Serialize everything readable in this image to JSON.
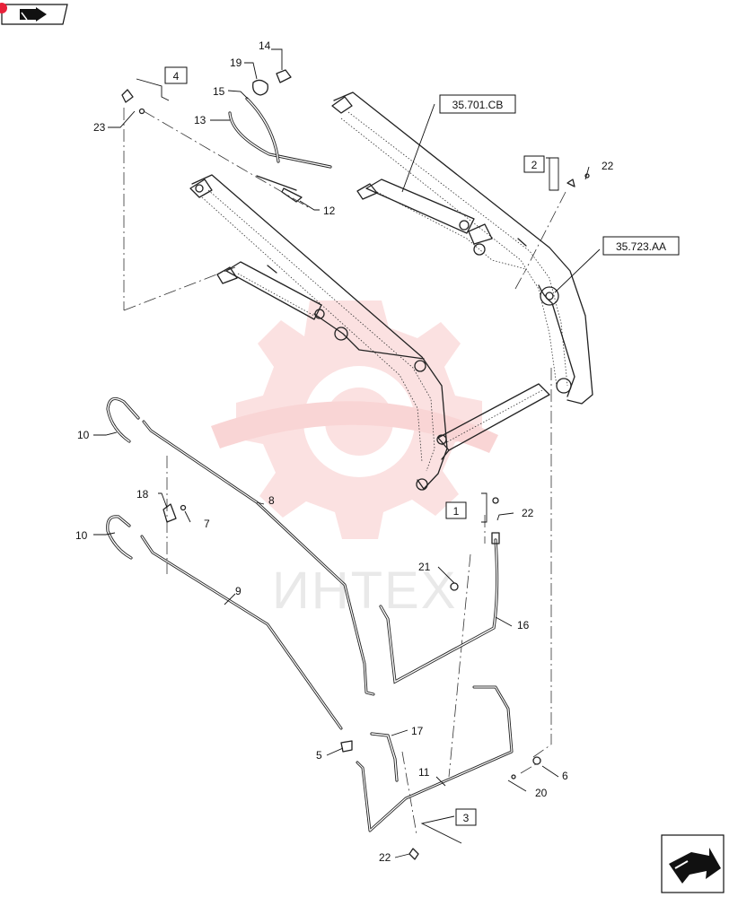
{
  "callouts": [
    {
      "id": "c14",
      "text": "14"
    },
    {
      "id": "c19",
      "text": "19"
    },
    {
      "id": "c15",
      "text": "15"
    },
    {
      "id": "c13",
      "text": "13"
    },
    {
      "id": "c23",
      "text": "23"
    },
    {
      "id": "c12",
      "text": "12"
    },
    {
      "id": "c22a",
      "text": "22"
    },
    {
      "id": "c10a",
      "text": "10"
    },
    {
      "id": "c18",
      "text": "18"
    },
    {
      "id": "c7",
      "text": "7"
    },
    {
      "id": "c8",
      "text": "8"
    },
    {
      "id": "c10b",
      "text": "10"
    },
    {
      "id": "c9",
      "text": "9"
    },
    {
      "id": "c22b",
      "text": "22"
    },
    {
      "id": "c21",
      "text": "21"
    },
    {
      "id": "c16",
      "text": "16"
    },
    {
      "id": "c17",
      "text": "17"
    },
    {
      "id": "c5",
      "text": "5"
    },
    {
      "id": "c11",
      "text": "11"
    },
    {
      "id": "c6",
      "text": "6"
    },
    {
      "id": "c20",
      "text": "20"
    },
    {
      "id": "c22c",
      "text": "22"
    }
  ],
  "boxed_callouts": [
    {
      "id": "b4",
      "text": "4"
    },
    {
      "id": "b2",
      "text": "2"
    },
    {
      "id": "b1",
      "text": "1"
    },
    {
      "id": "b3",
      "text": "3"
    }
  ],
  "section_refs": [
    {
      "id": "r1",
      "text": "35.701.CB"
    },
    {
      "id": "r2",
      "text": "35.723.AA"
    }
  ],
  "watermark": {
    "text": "ИНТЕХ"
  },
  "colors": {
    "line": "#222222",
    "watermark": "#f9c9c9",
    "watermark_text": "#d8d8d8",
    "accent": "#e8213a"
  },
  "icons": {
    "top_left": "book-arrow-icon",
    "bottom_right": "next-page-arrow-icon"
  }
}
